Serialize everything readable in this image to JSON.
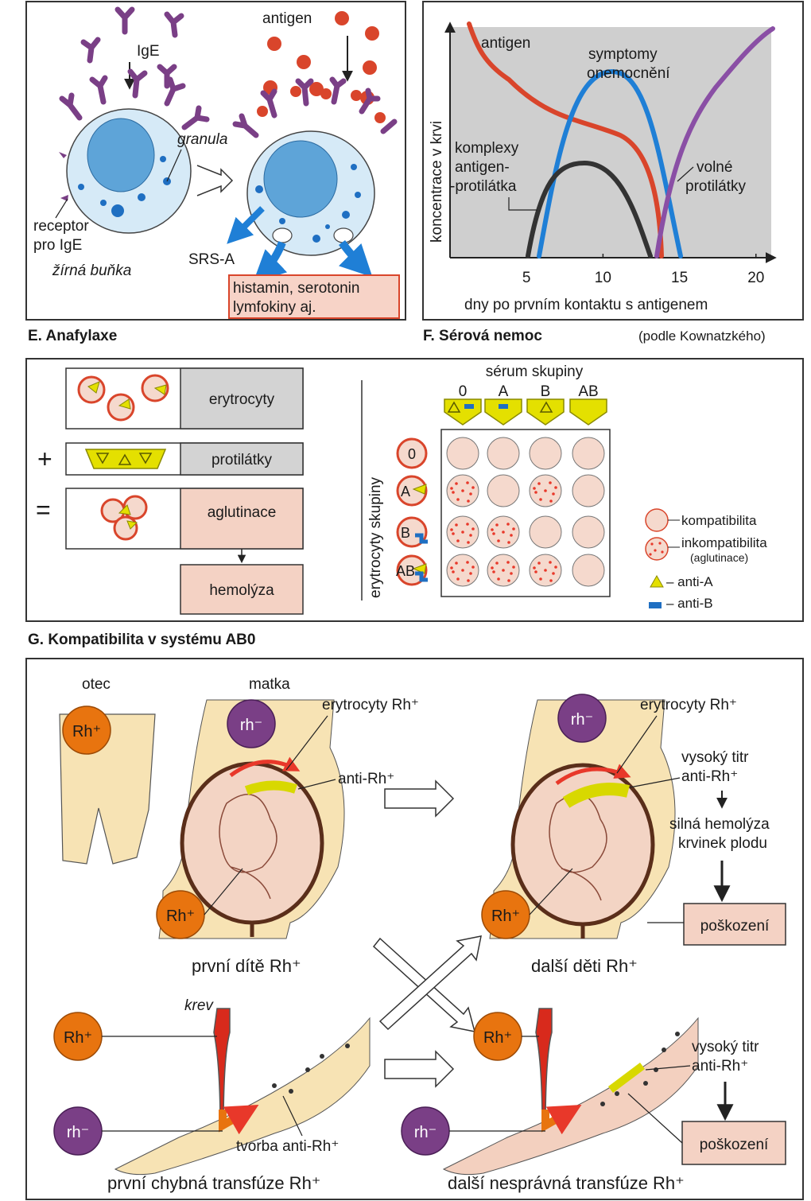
{
  "panelE": {
    "caption": "E. Anafylaxe",
    "ige": "IgE",
    "antigen": "antigen",
    "granula": "granula",
    "receptor_line1": "receptor",
    "receptor_line2": "pro IgE",
    "cell_name": "žírná buňka",
    "srs": "SRS-A",
    "mediators_line1": "histamin, serotonin",
    "mediators_line2": "lymfokiny aj."
  },
  "panelF": {
    "caption": "F. Sérová nemoc",
    "source": "(podle Kownatzkého)",
    "chart_data": {
      "type": "line",
      "xlabel": "dny po prvním kontaktu s antigenem",
      "ylabel": "koncentrace v krvi",
      "x_ticks": [
        "5",
        "10",
        "15",
        "20"
      ],
      "xlim": [
        0,
        21
      ],
      "series": [
        {
          "name": "antigen",
          "color": "#d9452b"
        },
        {
          "name": "symptomy onemocnění",
          "color": "#1f7fd6"
        },
        {
          "name": "komplexy antigen--protilátka",
          "color": "#333333"
        },
        {
          "name": "volné protilátky",
          "color": "#8a4fa5"
        }
      ]
    },
    "labels": {
      "antigen": "antigen",
      "sym1": "symptomy",
      "sym2": "onemocnění",
      "kom1": "komplexy",
      "kom2": "antigen-",
      "kom3": "-protilátka",
      "vol1": "volné",
      "vol2": "protilátky"
    }
  },
  "panelG": {
    "caption": "G. Kompatibilita v systému AB0",
    "erytrocyty": "erytrocyty",
    "protilatky": "protilátky",
    "aglutinace": "aglutinace",
    "hemolyza": "hemolýza",
    "plus": "+",
    "equals": "=",
    "serum_title": "sérum skupiny",
    "serum_groups": [
      "0",
      "A",
      "B",
      "AB"
    ],
    "ery_title": "erytrocyty skupiny",
    "ery_groups": [
      "0",
      "A",
      "B",
      "AB"
    ],
    "matrix": [
      [
        0,
        0,
        0,
        0
      ],
      [
        1,
        0,
        1,
        0
      ],
      [
        1,
        1,
        0,
        0
      ],
      [
        1,
        1,
        1,
        0
      ]
    ],
    "legend": {
      "komp": "kompatibilita",
      "inkomp": "inkompatibilita",
      "aglut": "(aglutinace)",
      "antiA": "– anti-A",
      "antiB": "– anti-B"
    }
  },
  "panelH": {
    "otec": "otec",
    "matka": "matka",
    "rh_pos": "Rh⁺",
    "rh_neg": "rh⁻",
    "ery_rh": "erytrocyty Rh⁺",
    "anti_rh": "anti-Rh⁺",
    "high_titr1": "vysoký titr",
    "high_titr2": "anti-Rh⁺",
    "strong1": "silná hemolýza",
    "strong2": "krvinek plodu",
    "damage": "poškození",
    "first_child": "první dítě Rh⁺",
    "next_children": "další děti Rh⁺",
    "krev": "krev",
    "tvorba": "tvorba anti-Rh⁺",
    "first_transfusion": "první chybná transfúze Rh⁺",
    "next_transfusion": "další nesprávná transfúze Rh⁺"
  }
}
